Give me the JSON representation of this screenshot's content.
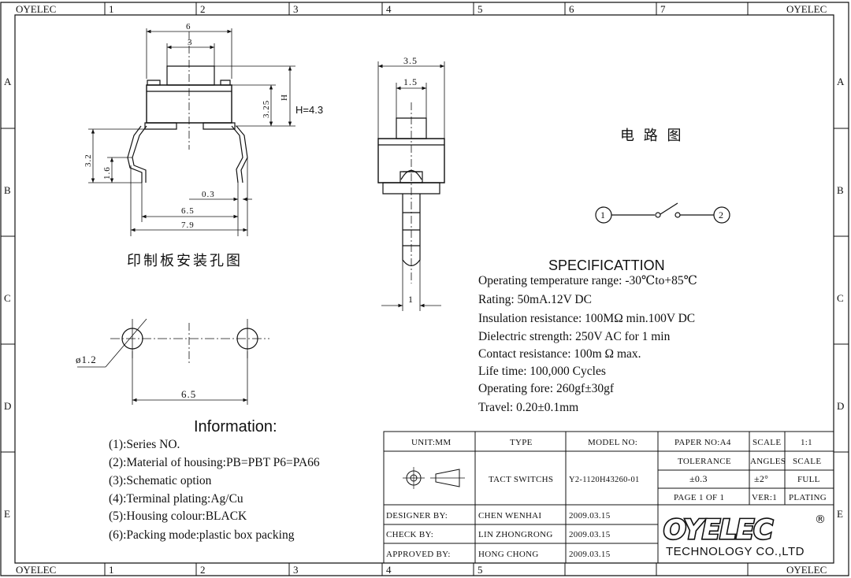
{
  "frame": {
    "corner_label": "OYELEC",
    "top_columns": [
      "1",
      "2",
      "3",
      "4",
      "5",
      "6",
      "7"
    ],
    "side_rows": [
      "A",
      "B",
      "C",
      "D",
      "E"
    ]
  },
  "drawing": {
    "front_view": {
      "dim_width": "6",
      "dim_stem": "3",
      "dim_body_h": "3.25",
      "dim_h_letter": "H",
      "height_note": "H=4.3",
      "dim_lead_3_2": "3.2",
      "dim_lead_1_6": "1.6",
      "dim_lead_thk": "0.3",
      "dim_pitch": "6.5",
      "dim_overall": "7.9"
    },
    "side_view": {
      "dim_width": "3.5",
      "dim_stem": "1.5",
      "dim_pin": "1"
    },
    "pcb_layout": {
      "title": "印制板安装孔图",
      "hole_dia": "ø1.2",
      "hole_pitch": "6.5"
    },
    "circuit": {
      "title": "电 路 图",
      "terminal_1": "1",
      "terminal_2": "2"
    }
  },
  "specification": {
    "title": "SPECIFICATTION",
    "lines": [
      "Operating temperature range: -30℃to+85℃",
      "Rating: 50mA.12V DC",
      "Insulation resistance: 100MΩ min.100V DC",
      "Dielectric strength: 250V AC for 1 min",
      "Contact resistance: 100m Ω max.",
      "Life time: 100,000 Cycles",
      "Operating fore: 260gf±30gf",
      "Travel: 0.20±0.1mm"
    ]
  },
  "information": {
    "title": "Information:",
    "lines": [
      "(1):Series NO.",
      "(2):Material of housing:PB=PBT P6=PA66",
      "(3):Schematic option",
      "(4):Terminal plating:Ag/Cu",
      "(5):Housing colour:BLACK",
      "(6):Packing mode:plastic box packing"
    ]
  },
  "title_block": {
    "unit": "UNIT:MM",
    "type_label": "TYPE",
    "model_label": "MODEL NO:",
    "paper": "PAPER NO:A4",
    "scale_label": "SCALE",
    "scale_value": "1:1",
    "type_value": "TACT SWITCHS",
    "model_value": "Y2-1120H43260-01",
    "tolerance_label": "TOLERANCE",
    "angles_label": "ANGLES",
    "scale_label2": "SCALE",
    "tol_value": "±0.3",
    "angle_value": "±2°",
    "full": "FULL",
    "page": "PAGE 1 OF 1",
    "ver": "VER:1",
    "plating": "PLATING",
    "designer_label": "DESIGNER BY:",
    "designer": "CHEN WENHAI",
    "designer_date": "2009.03.15",
    "check_label": "CHECK BY:",
    "checker": "LIN ZHONGRONG",
    "check_date": "2009.03.15",
    "approved_label": "APPROVED BY:",
    "approver": "HONG CHONG",
    "approved_date": "2009.03.15",
    "logo_text": "OYELEC",
    "registered": "®",
    "company": "TECHNOLOGY CO.,LTD"
  }
}
